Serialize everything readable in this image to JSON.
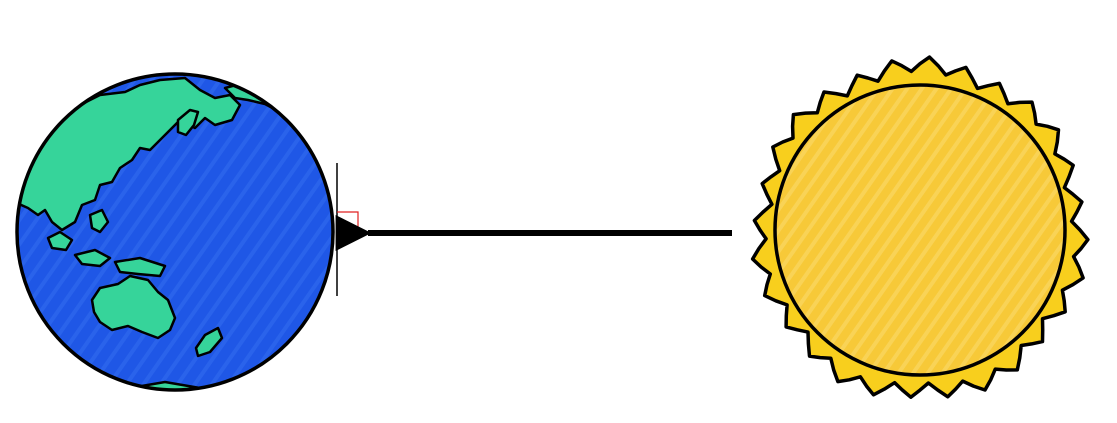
{
  "diagram": {
    "labels": [],
    "colors": {
      "ocean": "#1f57e6",
      "ocean_stripe": "#3f79f2",
      "land": "#36d49a",
      "land_stripe": "#7ee8bd",
      "outline": "#000000",
      "sun_body": "#f7c938",
      "sun_body_stripe": "#fbe07a",
      "sun_corona": "#f8cf1d",
      "normal_marker": "#e02020",
      "arrow": "#000000",
      "background": "#ffffff"
    },
    "icons": [
      "earth-icon",
      "sun-icon"
    ],
    "elements": [
      "earth",
      "tangent-plane",
      "right-angle-marker",
      "sunlight-ray-arrow",
      "sun"
    ]
  }
}
